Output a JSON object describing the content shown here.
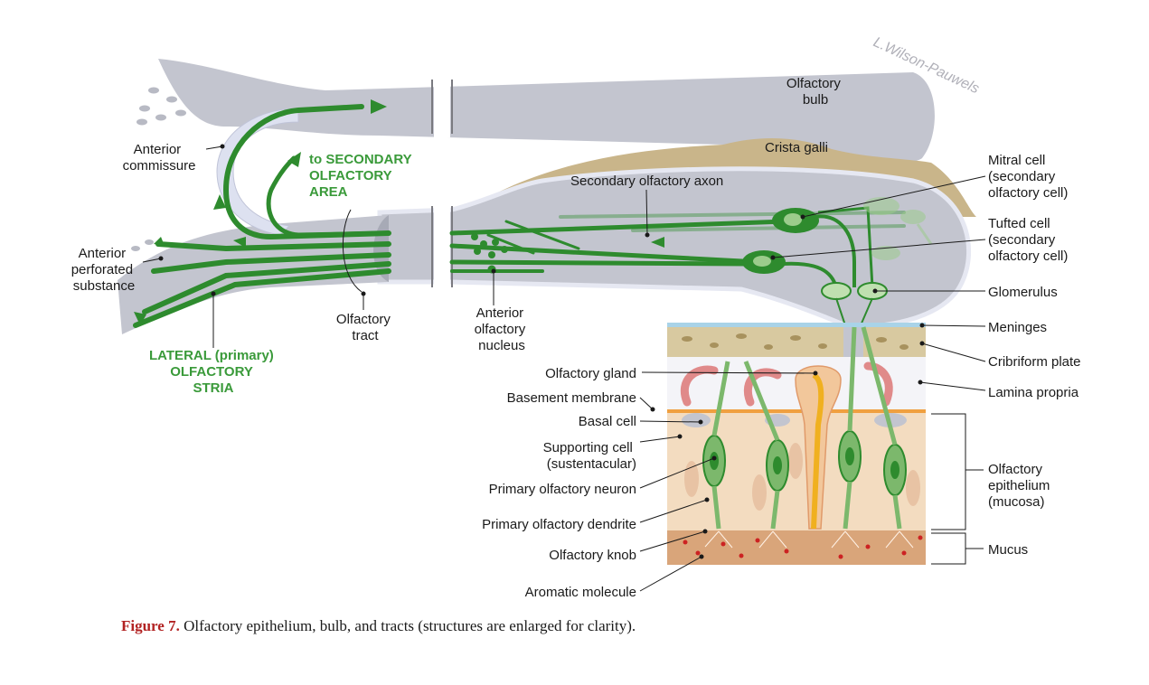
{
  "labels": {
    "olfactory_bulb": [
      "Olfactory",
      "bulb"
    ],
    "crista_galli": "Crista galli",
    "mitral_cell": [
      "Mitral cell",
      "(secondary",
      "olfactory cell)"
    ],
    "secondary_axon": "Secondary olfactory axon",
    "tufted_cell": [
      "Tufted cell",
      "(secondary",
      "olfactory cell)"
    ],
    "glomerulus": "Glomerulus",
    "meninges": "Meninges",
    "cribriform_plate": "Cribriform plate",
    "lamina_propria": "Lamina propria",
    "olfactory_epithelium": [
      "Olfactory",
      "epithelium",
      "(mucosa)"
    ],
    "mucus": "Mucus",
    "anterior_commissure": [
      "Anterior",
      "commissure"
    ],
    "to_secondary": [
      "to SECONDARY",
      "OLFACTORY",
      "AREA"
    ],
    "anterior_perforated": [
      "Anterior",
      "perforated",
      "substance"
    ],
    "lateral_stria": [
      "LATERAL (primary)",
      "OLFACTORY",
      "STRIA"
    ],
    "olfactory_tract": [
      "Olfactory",
      "tract"
    ],
    "anterior_olfactory_nucleus": [
      "Anterior",
      "olfactory",
      "nucleus"
    ],
    "olfactory_gland": "Olfactory gland",
    "basement_membrane": "Basement membrane",
    "basal_cell": "Basal cell",
    "supporting_cell": [
      "Supporting cell",
      "(sustentacular)"
    ],
    "primary_neuron": "Primary olfactory neuron",
    "primary_dendrite": "Primary olfactory dendrite",
    "olfactory_knob": "Olfactory knob",
    "aromatic_molecule": "Aromatic molecule"
  },
  "signature": "L.Wilson-Pauwels",
  "caption": {
    "figure": "Figure 7.",
    "text": " Olfactory epithelium, bulb, and tracts (structures are enlarged for clarity)."
  },
  "colors": {
    "nerve_green": "#2e8b2e",
    "label_green": "#3a9a3a",
    "bulb_grey": "#c3c5cf",
    "bone_tan": "#c9b58a",
    "epithelium": "#f3dcc0",
    "mucus": "#d9a57a",
    "meninges": "#a9d3e8",
    "caption_red": "#b22222"
  }
}
